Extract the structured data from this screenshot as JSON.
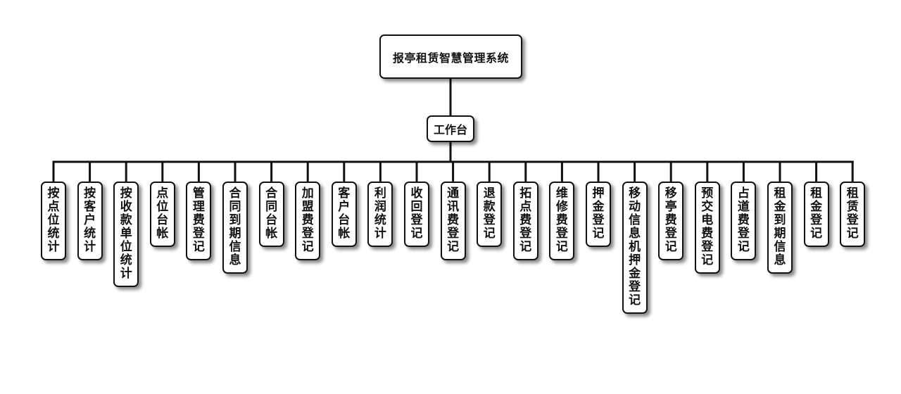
{
  "diagram": {
    "root": {
      "label": "报亭租赁智慧管理系统"
    },
    "hub": {
      "label": "工作台"
    },
    "leaves": [
      {
        "label": "按点位统计"
      },
      {
        "label": "按客户统计"
      },
      {
        "label": "按收款单位统计"
      },
      {
        "label": "点位台帐"
      },
      {
        "label": "管理费登记"
      },
      {
        "label": "合同到期信息"
      },
      {
        "label": "合同台帐"
      },
      {
        "label": "加盟费登记"
      },
      {
        "label": "客户台帐"
      },
      {
        "label": "利润统计"
      },
      {
        "label": "收回登记"
      },
      {
        "label": "通讯费登记"
      },
      {
        "label": "退款登记"
      },
      {
        "label": "拓点费登记"
      },
      {
        "label": "维修费登记"
      },
      {
        "label": "押金登记"
      },
      {
        "label": "移动信息机押金登记"
      },
      {
        "label": "移亭费登记"
      },
      {
        "label": "预交电费登记"
      },
      {
        "label": "占道费登记"
      },
      {
        "label": "租金到期信息"
      },
      {
        "label": "租金登记"
      },
      {
        "label": "租赁登记"
      }
    ]
  }
}
